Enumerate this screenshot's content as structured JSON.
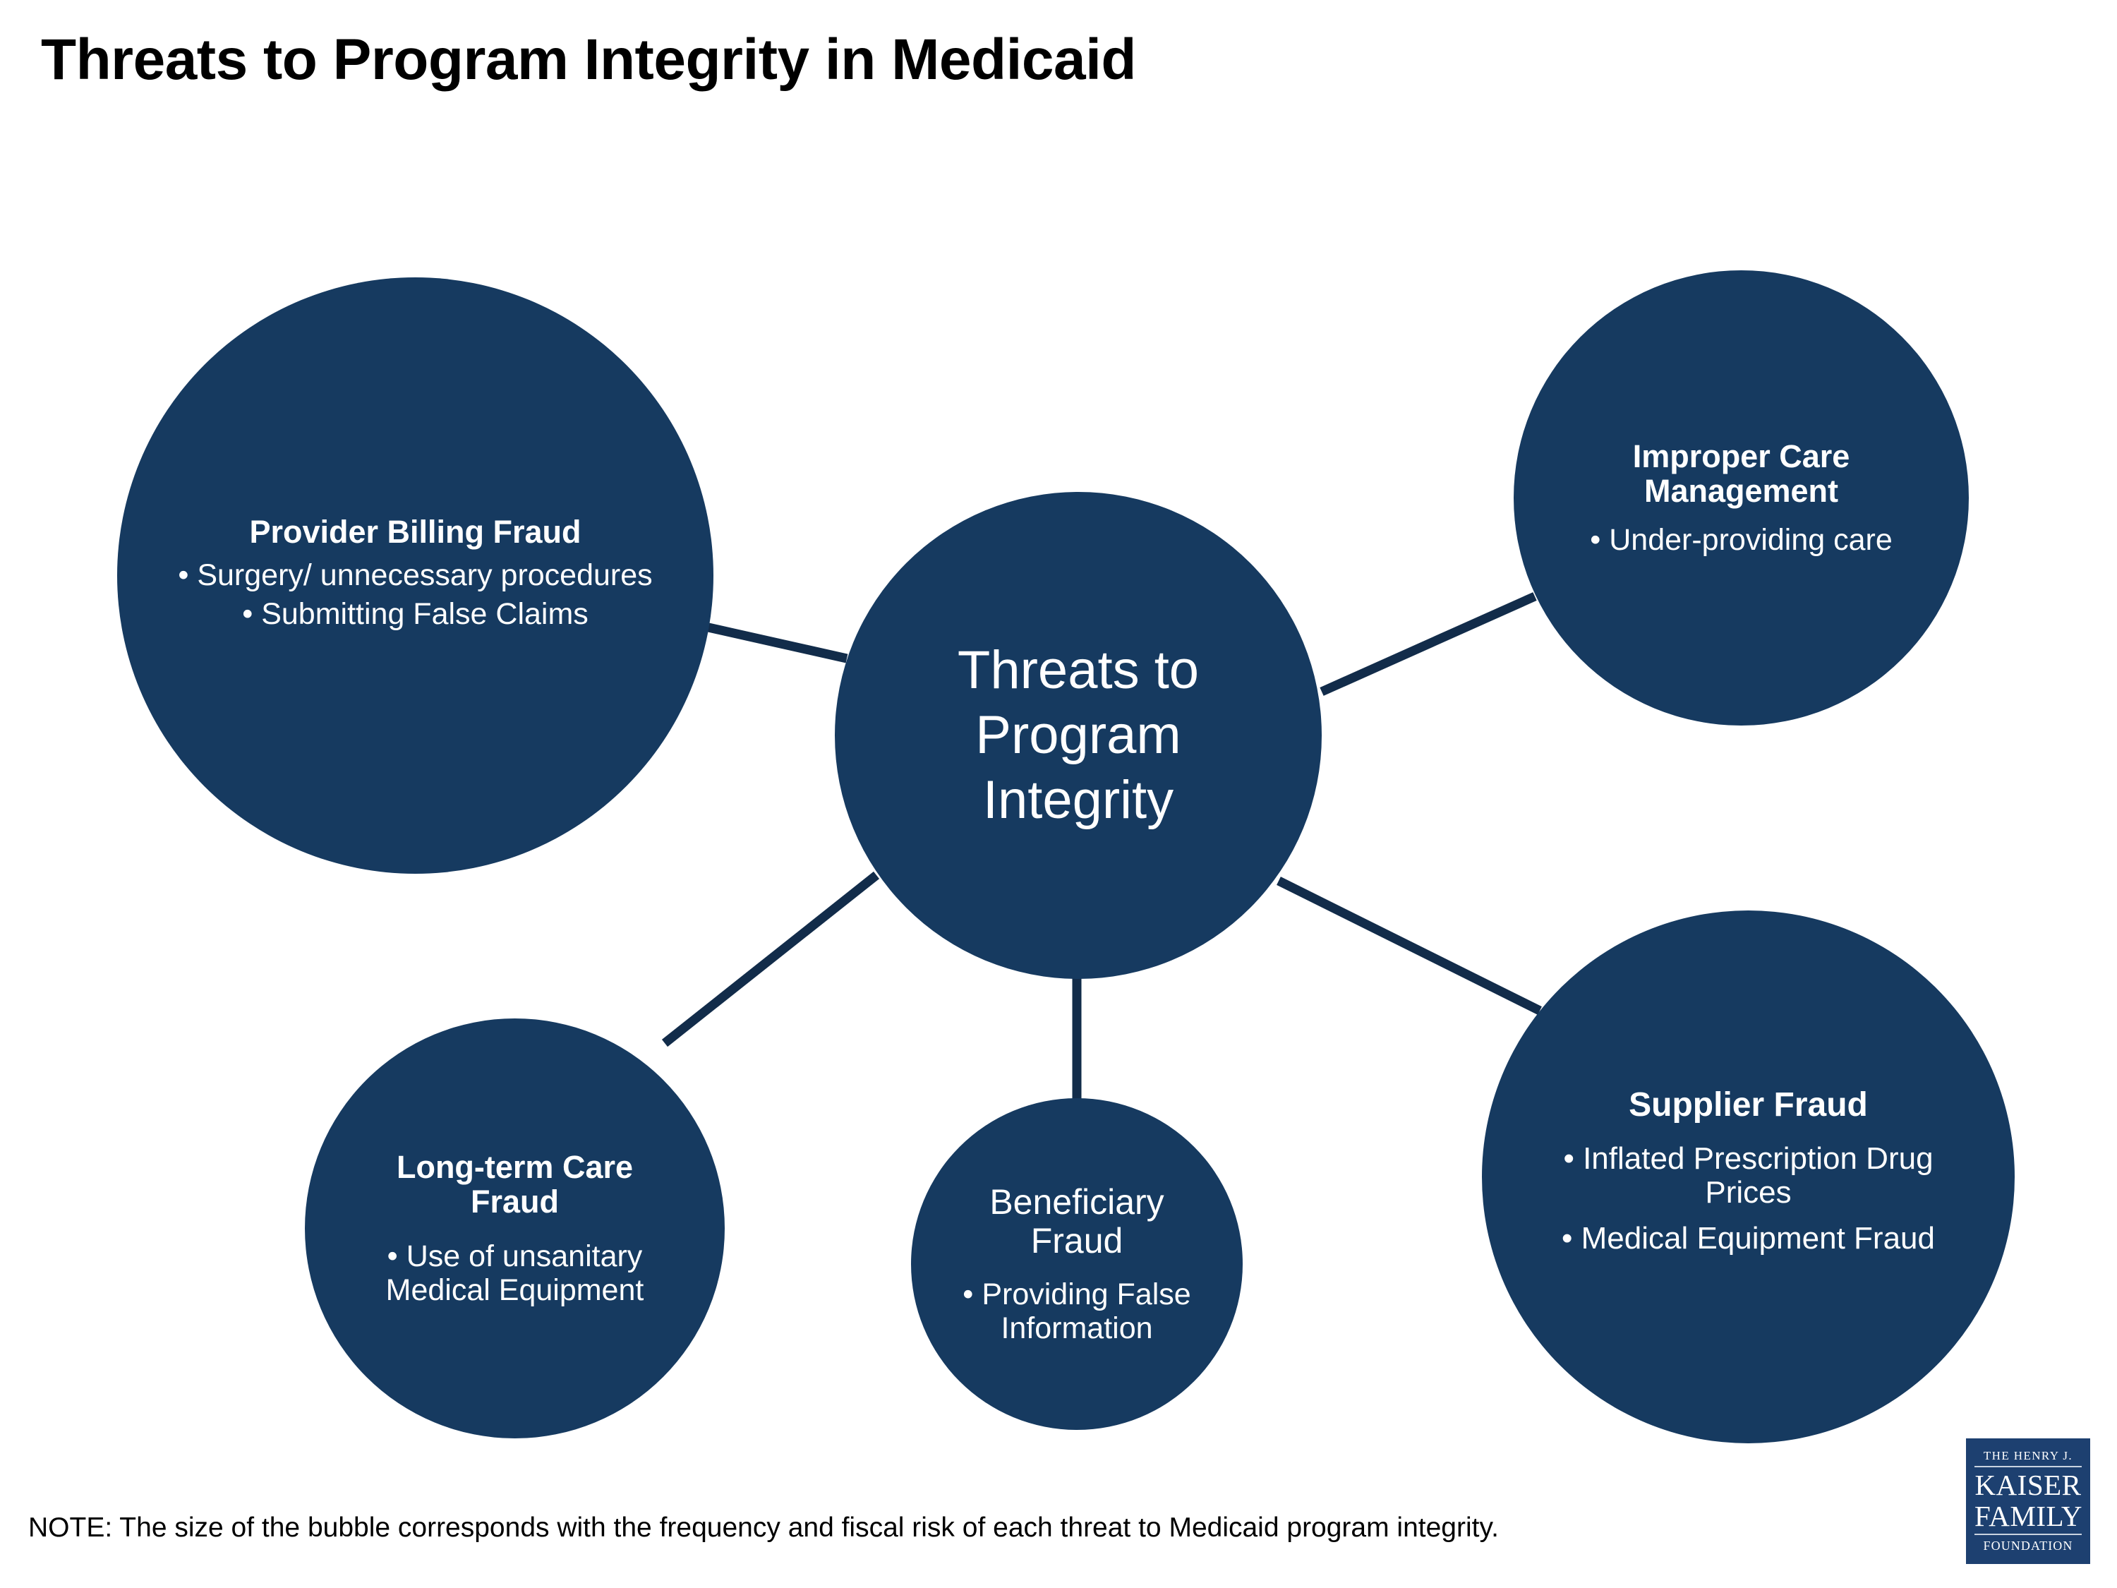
{
  "title": "Threats to Program Integrity in Medicaid",
  "colors": {
    "bubble_fill": "#163a60",
    "connector": "#122c4a",
    "text_on_bubble": "#ffffff",
    "page_background": "#ffffff",
    "logo_background": "#1d4070"
  },
  "center_node": {
    "label": "Threats to Program Integrity",
    "line1": "Threats to",
    "line2": "Program",
    "line3": "Integrity"
  },
  "nodes": [
    {
      "id": "provider-billing-fraud",
      "title": "Provider Billing Fraud",
      "bullets": [
        "Surgery/ unnecessary procedures",
        "Submitting False Claims"
      ]
    },
    {
      "id": "improper-care-management",
      "title_line1": "Improper Care",
      "title_line2": "Management",
      "title": "Improper Care Management",
      "bullets": [
        "Under-providing care"
      ]
    },
    {
      "id": "long-term-care-fraud",
      "title_line1": "Long-term Care",
      "title_line2": "Fraud",
      "title": "Long-term Care Fraud",
      "bullets": [
        "Use of unsanitary Medical Equipment"
      ]
    },
    {
      "id": "beneficiary-fraud",
      "title_line1": "Beneficiary",
      "title_line2": "Fraud",
      "title": "Beneficiary Fraud",
      "bullets": [
        "Providing False Information"
      ]
    },
    {
      "id": "supplier-fraud",
      "title": "Supplier Fraud",
      "bullets": [
        "Inflated Prescription Drug Prices",
        "Medical Equipment Fraud"
      ]
    }
  ],
  "note": "NOTE: The size of the bubble corresponds with the frequency and fiscal risk of each threat to Medicaid program integrity.",
  "logo": {
    "line1": "THE HENRY J.",
    "line2": "KAISER",
    "line3": "FAMILY",
    "line4": "FOUNDATION"
  }
}
